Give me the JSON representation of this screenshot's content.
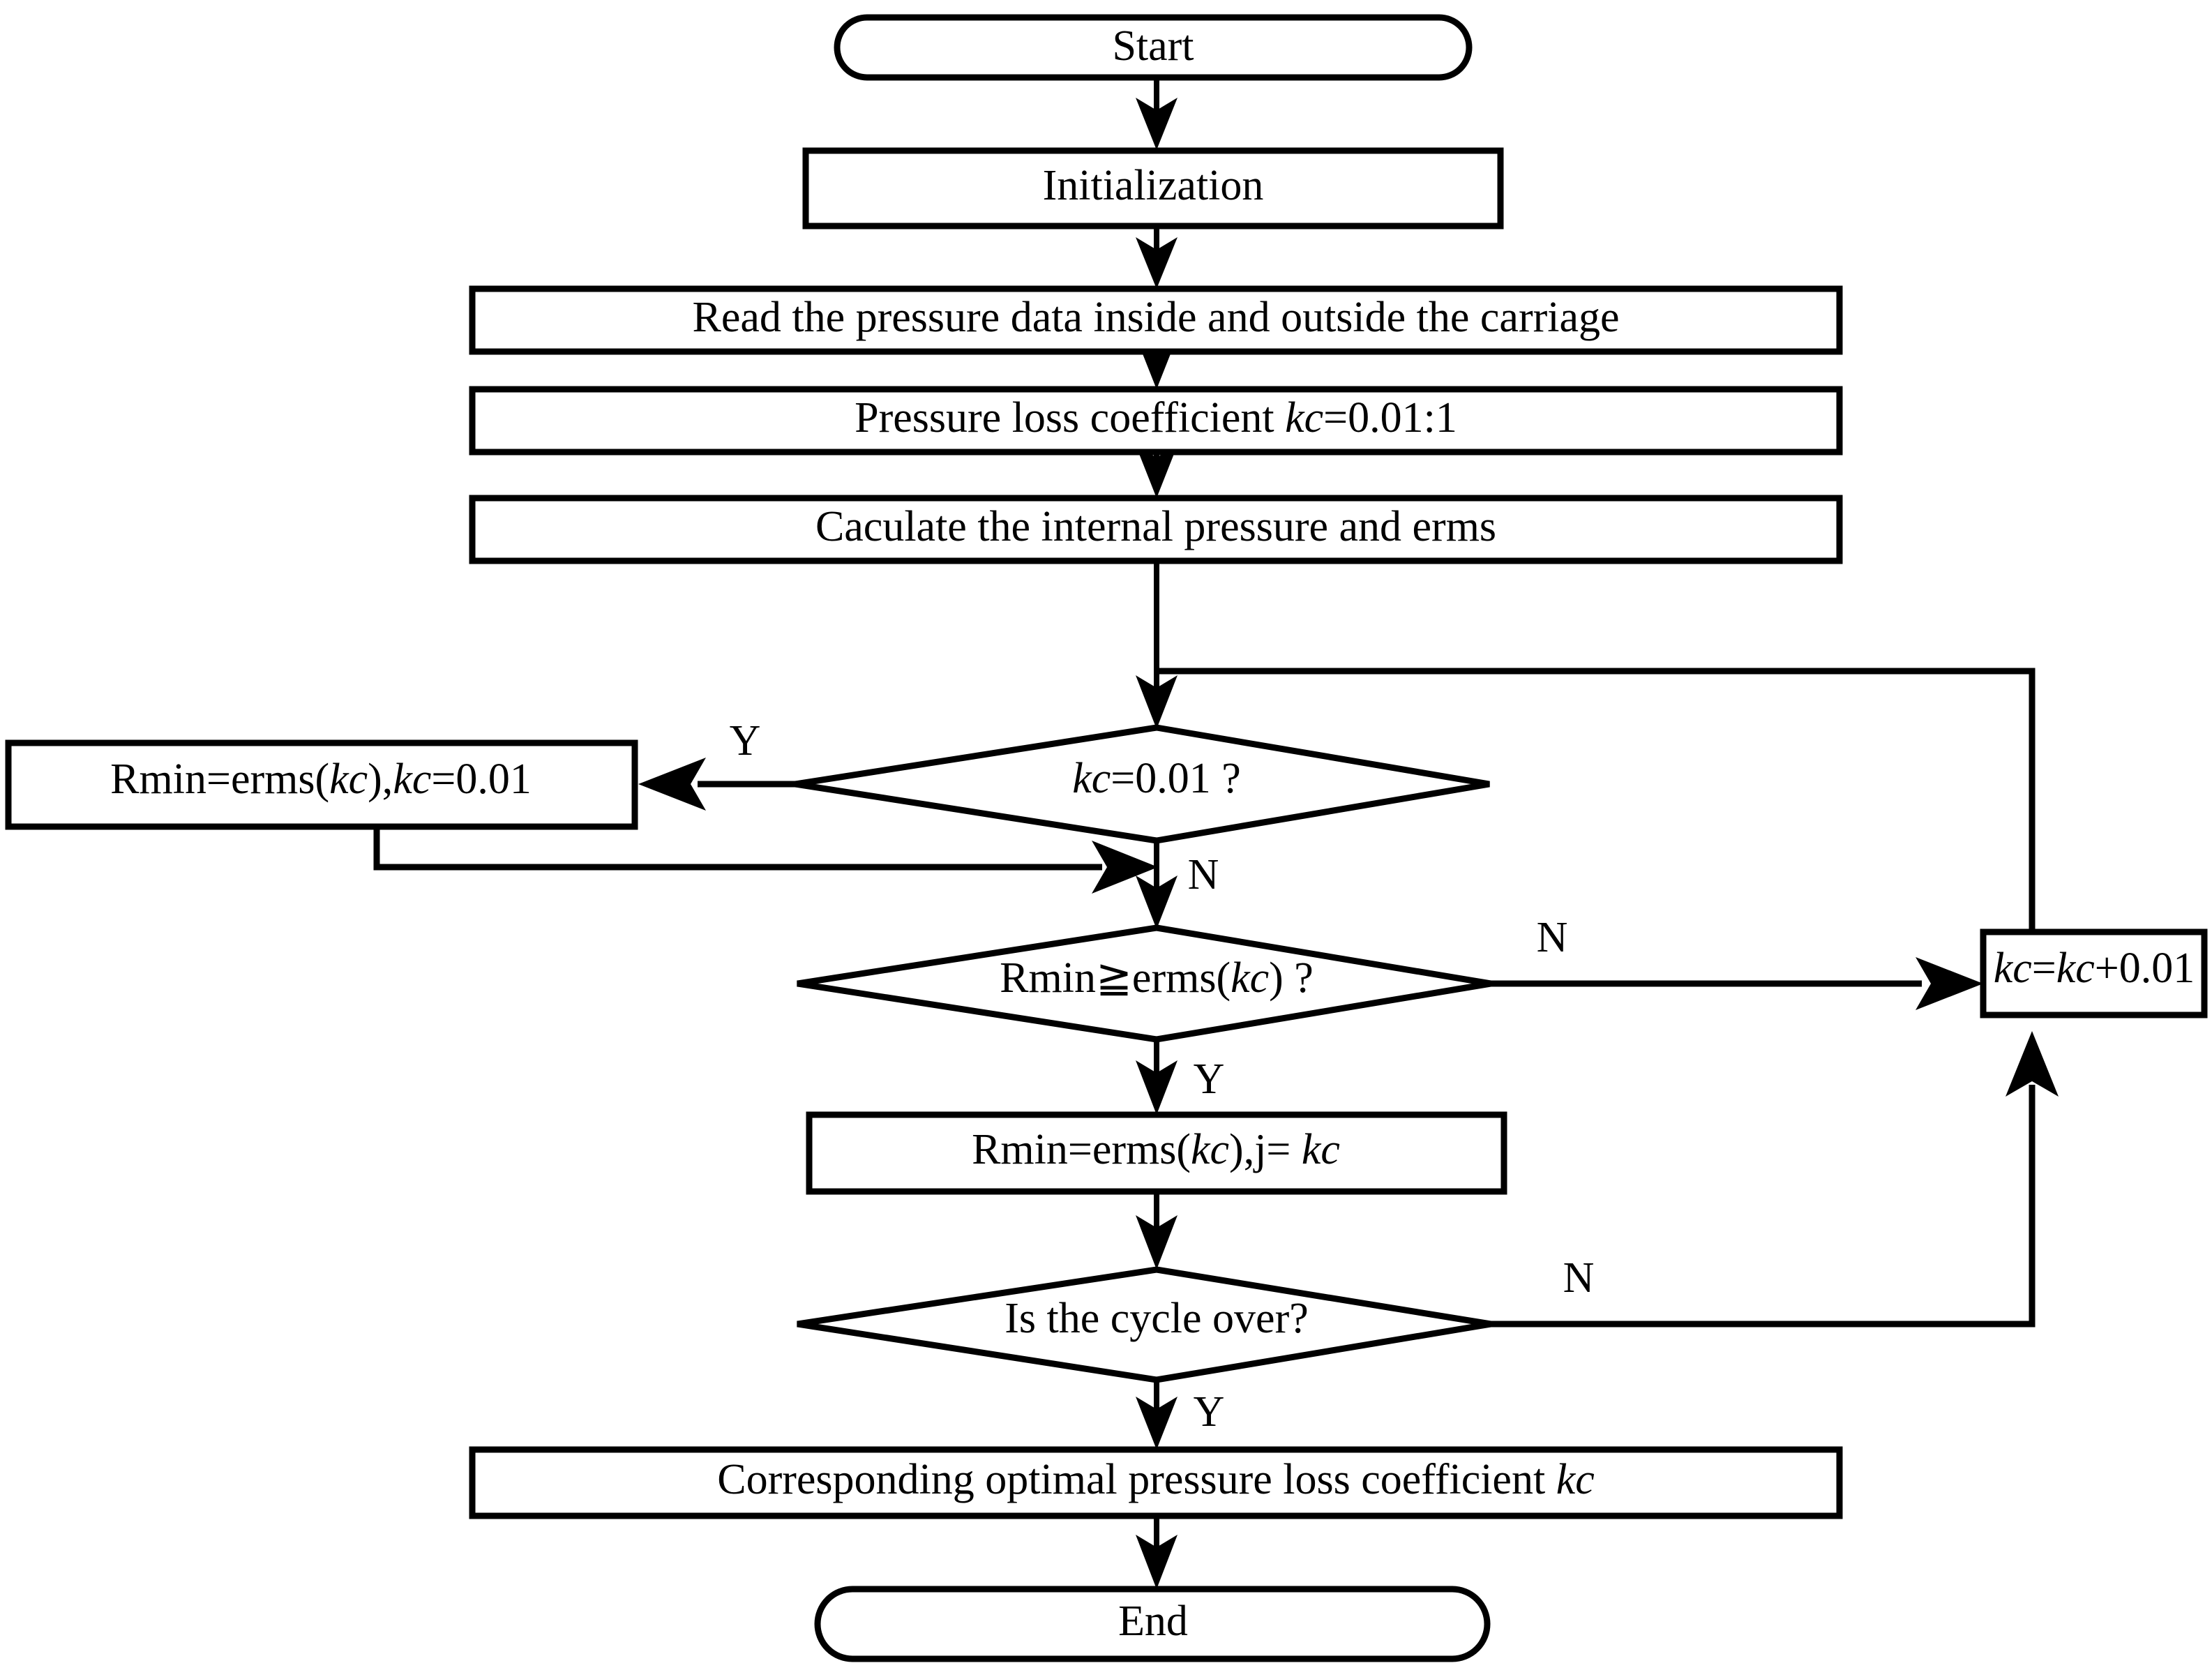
{
  "diagram": {
    "type": "flowchart",
    "title": "Pressure loss coefficient optimization flowchart",
    "orientation": "top-to-bottom",
    "stroke_color": "#000000",
    "fill_color": "#ffffff",
    "background_color": "#ffffff"
  },
  "nodes": {
    "start": {
      "label": "Start",
      "shape": "terminator"
    },
    "initialization": {
      "label": "Initialization",
      "shape": "process"
    },
    "read_pressure": {
      "label": "Read the pressure data inside and outside the carriage",
      "shape": "process"
    },
    "coefficient_range": {
      "shape": "process",
      "text_pre": "Pressure loss coefficient ",
      "text_italic": "kc",
      "text_post": "=0.01:1",
      "label": "Pressure loss coefficient kc=0.01:1"
    },
    "calculate": {
      "label": "Caculate the internal pressure and erms",
      "shape": "process"
    },
    "decision_kc_init": {
      "shape": "decision",
      "text_italic": "kc",
      "text_post": "=0.01 ?",
      "label": "kc=0.01 ?"
    },
    "init_rmin": {
      "shape": "process",
      "seg1": "Rmin=erms(",
      "seg2": "kc",
      "seg3": "),",
      "seg4": "kc",
      "seg5": "=0.01",
      "label": "Rmin=erms(kc),kc=0.01"
    },
    "decision_rmin_cmp": {
      "shape": "decision",
      "seg1": "Rmin≧erms(",
      "seg2": "kc",
      "seg3": ") ?",
      "label": "Rmin≧erms(kc) ?"
    },
    "increment_kc": {
      "shape": "process",
      "seg1": "kc",
      "seg2": "=",
      "seg3": "kc",
      "seg4": "+0.01",
      "label": "kc=kc+0.01"
    },
    "update_rmin": {
      "shape": "process",
      "seg1": "Rmin=erms(",
      "seg2": "kc",
      "seg3": "),j= ",
      "seg4": "kc",
      "label": "Rmin=erms(kc),j= kc"
    },
    "decision_cycle_over": {
      "shape": "decision",
      "label": "Is the cycle over?"
    },
    "result": {
      "shape": "process",
      "text_pre": "Corresponding optimal pressure loss coefficient ",
      "text_italic": "kc",
      "label": "Corresponding optimal pressure loss coefficient kc"
    },
    "end": {
      "label": "End",
      "shape": "terminator"
    }
  },
  "branch_labels": {
    "kc_init_yes": "Y",
    "kc_init_no": "N",
    "rmin_cmp_no": "N",
    "rmin_cmp_yes": "Y",
    "cycle_over_no": "N",
    "cycle_over_yes": "Y"
  },
  "edges": [
    {
      "from": "start",
      "to": "initialization",
      "label": ""
    },
    {
      "from": "initialization",
      "to": "read_pressure",
      "label": ""
    },
    {
      "from": "read_pressure",
      "to": "coefficient_range",
      "label": ""
    },
    {
      "from": "coefficient_range",
      "to": "calculate",
      "label": ""
    },
    {
      "from": "calculate",
      "to": "decision_kc_init",
      "label": ""
    },
    {
      "from": "decision_kc_init",
      "to": "init_rmin",
      "label": "Y"
    },
    {
      "from": "decision_kc_init",
      "to": "decision_rmin_cmp",
      "label": "N"
    },
    {
      "from": "init_rmin",
      "to": "decision_rmin_cmp",
      "label": ""
    },
    {
      "from": "decision_rmin_cmp",
      "to": "increment_kc",
      "label": "N"
    },
    {
      "from": "decision_rmin_cmp",
      "to": "update_rmin",
      "label": "Y"
    },
    {
      "from": "update_rmin",
      "to": "decision_cycle_over",
      "label": ""
    },
    {
      "from": "decision_cycle_over",
      "to": "increment_kc",
      "label": "N"
    },
    {
      "from": "decision_cycle_over",
      "to": "result",
      "label": "Y"
    },
    {
      "from": "increment_kc",
      "to": "calculate",
      "label": ""
    },
    {
      "from": "result",
      "to": "end",
      "label": ""
    }
  ]
}
